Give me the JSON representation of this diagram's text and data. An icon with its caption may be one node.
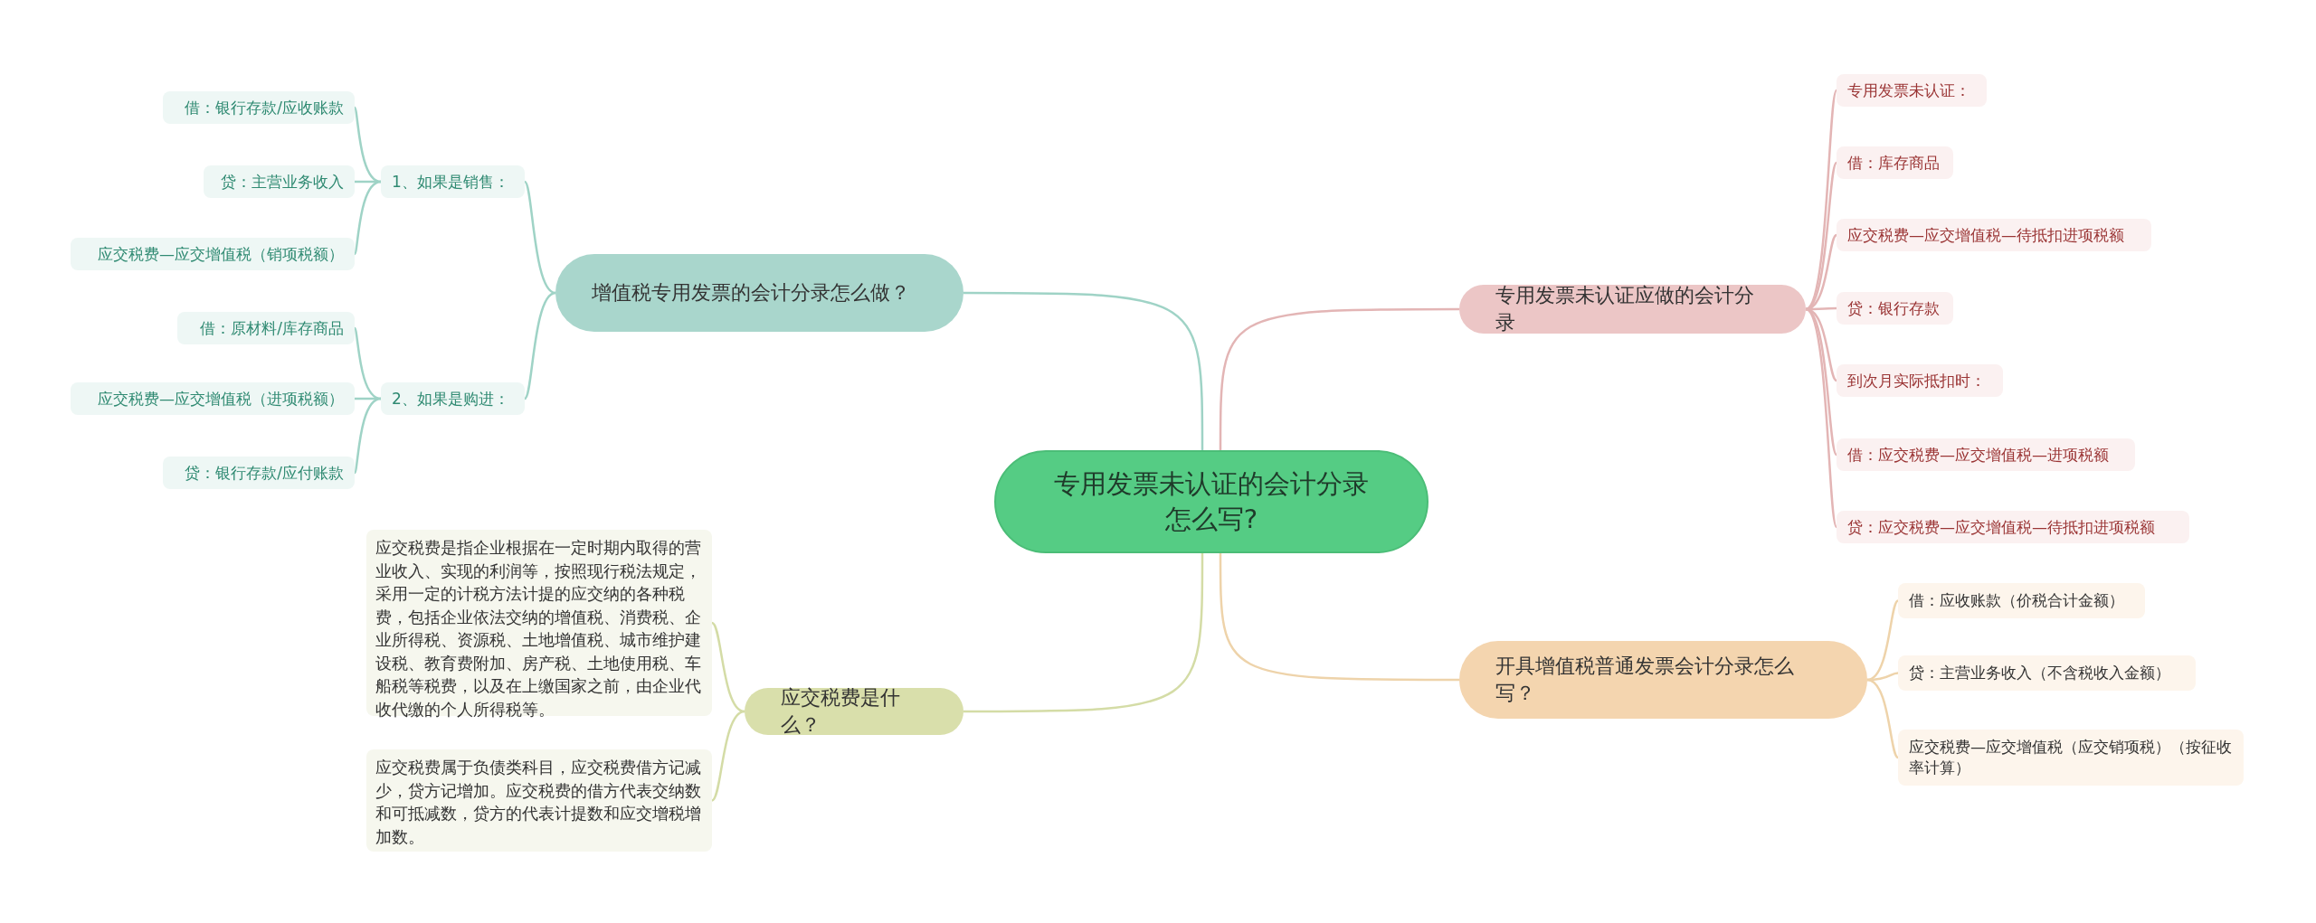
{
  "diagram": {
    "nodes": [
      {
        "text": [
          "专用发票未认证的会计分录怎么写?"
        ]
      },
      {
        "text": [
          "增值税专用发票的会计分录怎么做？"
        ]
      },
      {
        "text": [
          "1、如果是销售："
        ]
      },
      {
        "text": [
          "借：银行存款/应收账款"
        ]
      },
      {
        "text": [
          "贷：主营业务收入"
        ]
      },
      {
        "text": [
          "应交税费—应交增值税（销项税额）"
        ]
      },
      {
        "text": [
          "2、如果是购进："
        ]
      },
      {
        "text": [
          "借：原材料/库存商品"
        ]
      },
      {
        "text": [
          "应交税费—应交增值税（进项税额）"
        ]
      },
      {
        "text": [
          "贷：银行存款/应付账款"
        ]
      },
      {
        "text": [
          "专用发票未认证应做的会计分录"
        ]
      },
      {
        "text": [
          "专用发票未认证："
        ]
      },
      {
        "text": [
          "借：库存商品"
        ]
      },
      {
        "text": [
          "应交税费—应交增值税—待抵扣进项税额"
        ]
      },
      {
        "text": [
          "贷：银行存款"
        ]
      },
      {
        "text": [
          "到次月实际抵扣时："
        ]
      },
      {
        "text": [
          "借：应交税费—应交增值税—进项税额"
        ]
      },
      {
        "text": [
          "贷：应交税费—应交增值税—待抵扣进项税额"
        ]
      },
      {
        "text": [
          "开具增值税普通发票会计分录怎么写？"
        ]
      },
      {
        "text": [
          "借：应收账款（价税合计金额）"
        ]
      },
      {
        "text": [
          "贷：主营业务收入（不含税收入金额）"
        ]
      },
      {
        "text": [
          "应交税费—应交增值税（应交销项税）（按征收率计算）"
        ]
      },
      {
        "text": [
          "应交税费是什么？"
        ]
      },
      {
        "text": [
          "应交税费是指企业根据在一定时期内取得的营业收入、实现的利润等，按照现行税法规定，采用一定的计税方法计提的应交纳的各种税费，包括企业依法交纳的增值税、消费税、企业所得税、资源税、土地增值税、城市维护建设税、教育费附加、房产税、土地使用税、车船税等税费，以及在上缴国家之前，由企业代收代缴的个人所得税等。"
        ]
      },
      {
        "text": [
          "应交税费属于负债类科目，应交税费借方记减少，贷方记增加。应交税费的借方代表交纳数和可抵减数，贷方的代表计提数和应交增税增加数。"
        ]
      }
    ],
    "edges": [
      {
        "from": 0,
        "to": 1,
        "arrow": "none"
      },
      {
        "from": 1,
        "to": 2,
        "arrow": "none"
      },
      {
        "from": 2,
        "to": 3,
        "arrow": "none"
      },
      {
        "from": 2,
        "to": 4,
        "arrow": "none"
      },
      {
        "from": 2,
        "to": 5,
        "arrow": "none"
      },
      {
        "from": 1,
        "to": 6,
        "arrow": "none"
      },
      {
        "from": 6,
        "to": 7,
        "arrow": "none"
      },
      {
        "from": 6,
        "to": 8,
        "arrow": "none"
      },
      {
        "from": 6,
        "to": 9,
        "arrow": "none"
      },
      {
        "from": 0,
        "to": 10,
        "arrow": "none",
        "color": "#e3b5b5"
      },
      {
        "from": 10,
        "to": 11,
        "arrow": "none",
        "color": "#e3b5b5"
      },
      {
        "from": 10,
        "to": 12,
        "arrow": "none",
        "color": "#e3b5b5"
      },
      {
        "from": 10,
        "to": 13,
        "arrow": "none",
        "color": "#e3b5b5"
      },
      {
        "from": 10,
        "to": 14,
        "arrow": "none",
        "color": "#e3b5b5"
      },
      {
        "from": 10,
        "to": 15,
        "arrow": "none",
        "color": "#e3b5b5"
      },
      {
        "from": 10,
        "to": 16,
        "arrow": "none",
        "color": "#e3b5b5"
      },
      {
        "from": 10,
        "to": 17,
        "arrow": "none",
        "color": "#e3b5b5"
      },
      {
        "from": 0,
        "to": 18,
        "arrow": "none",
        "color": "#eed3aa"
      },
      {
        "from": 18,
        "to": 19,
        "arrow": "none",
        "color": "#eed3aa"
      },
      {
        "from": 18,
        "to": 20,
        "arrow": "none",
        "color": "#eed3aa"
      },
      {
        "from": 18,
        "to": 21,
        "arrow": "none",
        "color": "#eed3aa"
      },
      {
        "from": 0,
        "to": 22,
        "arrow": "none",
        "color": "#d4dca6"
      },
      {
        "from": 22,
        "to": 23,
        "arrow": "none",
        "color": "#d4dca6"
      },
      {
        "from": 22,
        "to": 24,
        "arrow": "none",
        "color": "#d4dca6"
      }
    ]
  }
}
